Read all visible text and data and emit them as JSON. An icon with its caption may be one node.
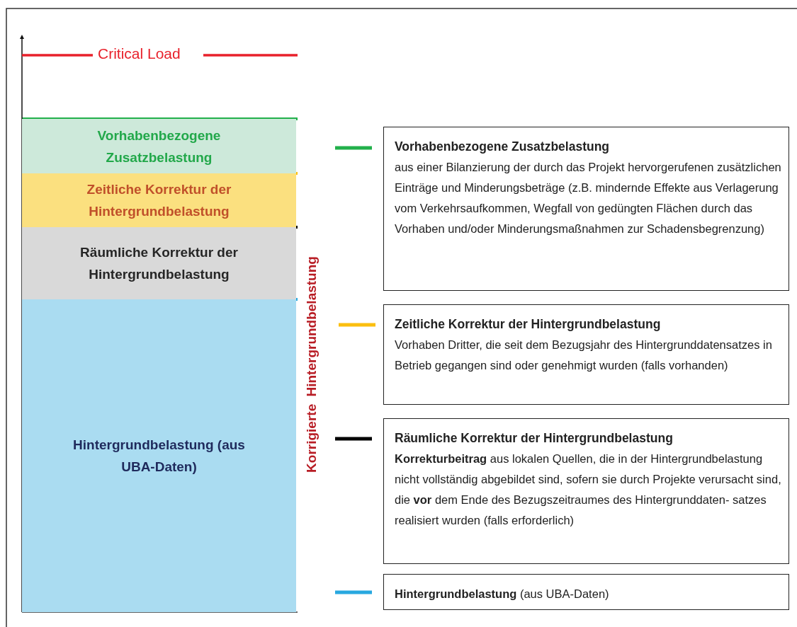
{
  "diagram": {
    "nodes": [
      {
        "text": [
          "Vorhabenbezogene Zusatzbelastung"
        ]
      },
      {
        "text": [
          "Zeitliche Korrektur der Hintergrundbelastung"
        ]
      },
      {
        "text": [
          "Räumliche Korrektur der Hintergrundbelastung"
        ]
      },
      {
        "text": [
          "Hintergrundbelastung (aus UBA-Daten)"
        ]
      },
      {
        "text": [
          "Vorhabenbezogene Zusatzbelastung",
          "aus einer Bilanzierung der durch das Projekt hervorgerufenen zusätzlichen Einträge und Minderungsbeträge (z.B. mindernde Effekte aus Verlagerung vom Verkehrsaufkommen, Wegfall von gedüngten Flächen durch das Vorhaben und/oder Minderungsmaßnahmen zur Schadensbegrenzung)"
        ]
      },
      {
        "text": [
          "Zeitliche Korrektur der Hintergrundbelastung",
          "Vorhaben Dritter, die seit dem Bezugsjahr des Hintergrunddatensatzes in Betrieb gegangen sind oder genehmigt wurden (falls vorhanden)"
        ]
      },
      {
        "text": [
          "Räumliche Korrektur der Hintergrundbelastung",
          "**Korrekturbeitrag** aus lokalen Quellen, die in der Hintergrundbelastung nicht vollständig abgebildet sind, sofern sie durch Projekte verursacht sind, die **vor** dem Ende des Bezugszeitraumes des Hintergrunddaten- satzes realisiert wurden (falls erforderlich)"
        ]
      },
      {
        "text": [
          "**Hintergrundbelastung** (aus UBA-Daten)"
        ]
      }
    ],
    "labels": [
      "Critical Load",
      "Korrigierte Hintergrundbelastung"
    ]
  }
}
